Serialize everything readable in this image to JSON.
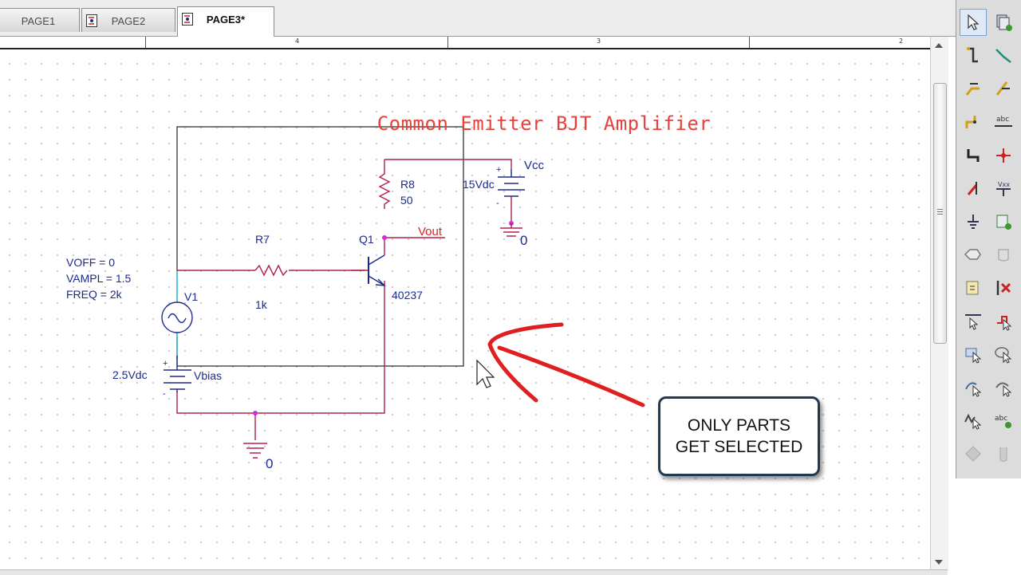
{
  "tabs": [
    {
      "label": "PAGE1",
      "active": false
    },
    {
      "label": "PAGE2",
      "active": false
    },
    {
      "label": "PAGE3*",
      "active": true
    }
  ],
  "ruler": {
    "labels": [
      "4",
      "3",
      "2"
    ]
  },
  "schematic": {
    "title": "Common Emitter BJT Amplifier",
    "r8": {
      "name": "R8",
      "value": "50"
    },
    "r7": {
      "name": "R7",
      "value": "1k"
    },
    "q1": {
      "name": "Q1",
      "model": "40237"
    },
    "vcc": {
      "name": "Vcc",
      "value": "15Vdc"
    },
    "v1": {
      "name": "V1",
      "voff": "VOFF = 0",
      "vampl": "VAMPL = 1.5",
      "freq": "FREQ = 2k"
    },
    "vbias": {
      "name": "Vbias",
      "value": "2.5Vdc"
    },
    "vout_label": "Vout",
    "ground_label": "0",
    "plus_sign": "+",
    "minus_sign": "-"
  },
  "callout": {
    "line1": "ONLY PARTS",
    "line2": "GET SELECTED"
  },
  "colors": {
    "wire": "#b2224a",
    "part": "#1b2a8c",
    "title": "#e8403a",
    "annotation": "#e02020",
    "callout_border": "#1f3a57",
    "pin": "#d62ad6"
  },
  "palette_tools": [
    "select-tool-icon",
    "place-part-icon",
    "wire-icon",
    "net-icon",
    "bus-icon",
    "bus-entry-icon",
    "bus-wire-icon",
    "net-alias-icon",
    "junction-icon",
    "no-connect-icon",
    "power-icon",
    "hierarchical-port-icon",
    "ground-icon",
    "hierarchical-block-icon",
    "off-page-connector-icon",
    "hierarchical-pin-icon",
    "place-note-icon",
    "no-erc-icon",
    "line-icon",
    "polyline-icon",
    "rectangle-icon",
    "ellipse-icon",
    "arc-icon",
    "elliptical-arc-icon",
    "bezier-icon",
    "text-icon",
    "marker-icon",
    "probe-icon"
  ]
}
